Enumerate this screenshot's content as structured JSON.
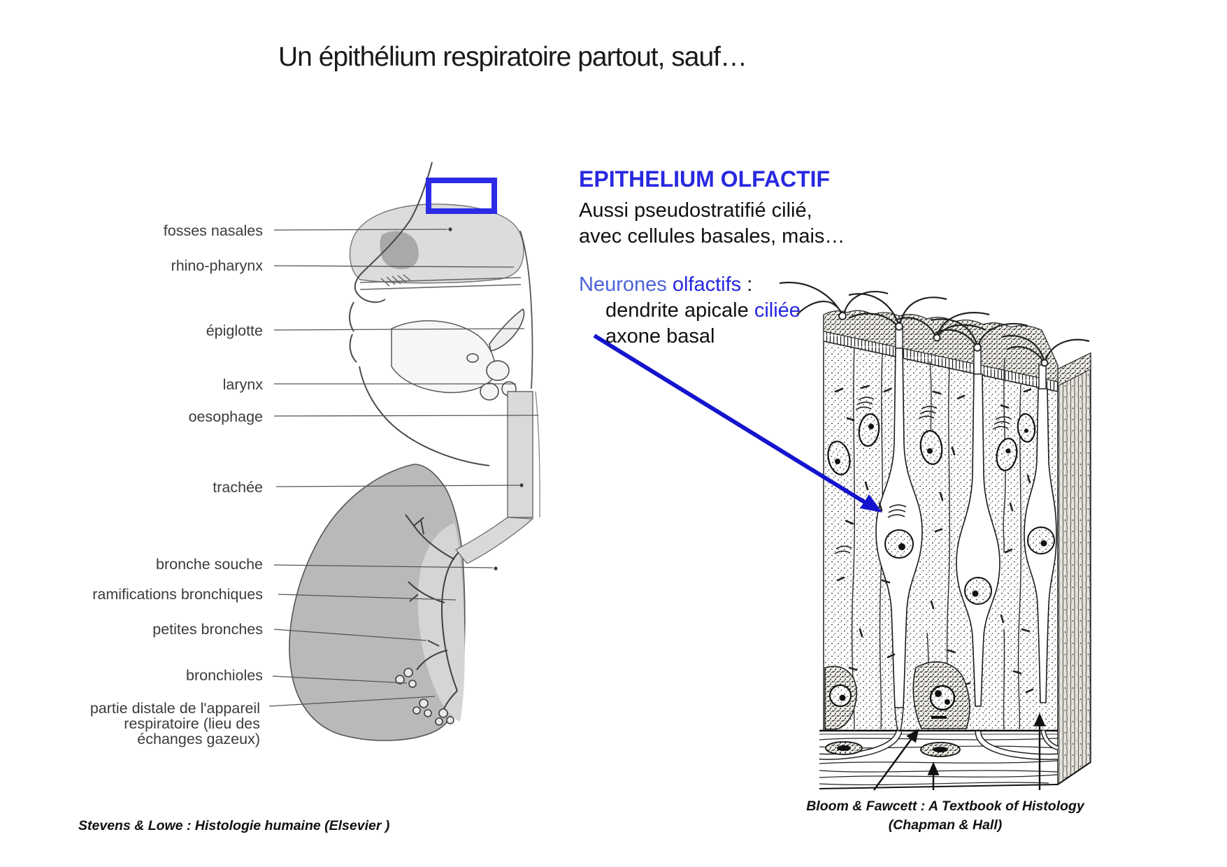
{
  "title": "Un épithélium respiratoire partout, sauf…",
  "anatomy": {
    "labels": [
      "fosses nasales",
      "rhino-pharynx",
      "épiglotte",
      "larynx",
      "oesophage",
      "trachée",
      "bronche souche",
      "ramifications bronchiques",
      "petites bronches",
      "bronchioles"
    ],
    "distal_lines": [
      "partie distale de l'appareil",
      "respiratoire (lieu des",
      "échanges gazeux)"
    ],
    "caption": "Stevens & Lowe : Histologie humaine (Elsevier )"
  },
  "olfactory": {
    "heading": "EPITHELIUM OLFACTIF",
    "body_line1": "Aussi pseudostratifié cilié,",
    "body_line2": "avec cellules basales, mais…",
    "neurones_word": "Neurones ",
    "olfactifs_word": "olfactifs",
    "colon": " :",
    "dendrite_prefix": "dendrite apicale ",
    "dendrite_highlight": "ciliée",
    "axone_line": "axone basal",
    "caption_line1": "Bloom & Fawcett : A Textbook of Histology",
    "caption_line2": "(Chapman & Hall)"
  },
  "colors": {
    "heading_blue": "#2828e0",
    "neurones_blue": "#4a63d8",
    "accent_blue": "#2525e0",
    "highlight_box_blue": "#2b2be8",
    "arrow_blue": "#1414ce"
  }
}
